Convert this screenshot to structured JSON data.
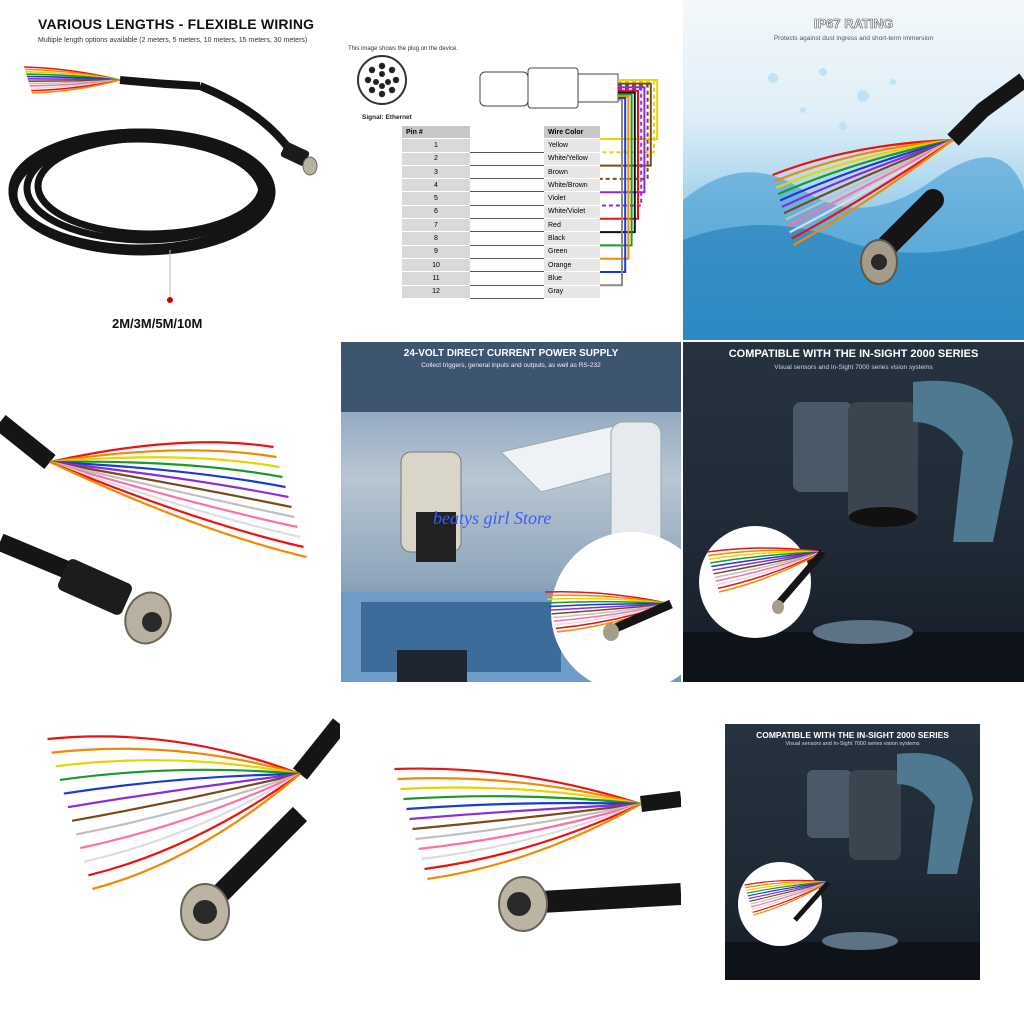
{
  "tile1": {
    "title": "VARIOUS LENGTHS - FLEXIBLE WIRING",
    "subtitle": "Multiple length options available (2 meters, 5 meters, 10 meters, 15 meters, 30 meters)",
    "lengths": "2M/3M/5M/10M"
  },
  "tile2": {
    "caption": "This image shows the plug on the device.",
    "signal": "Signal: Ethernet",
    "col_pin": "Pin #",
    "col_color": "Wire Color",
    "rows": [
      {
        "pin": "1",
        "color": "Yellow",
        "hex": "#e8d400",
        "dashed": false
      },
      {
        "pin": "2",
        "color": "White/Yellow",
        "hex": "#e8d400",
        "dashed": true
      },
      {
        "pin": "3",
        "color": "Brown",
        "hex": "#7a4a1e",
        "dashed": false
      },
      {
        "pin": "4",
        "color": "White/Brown",
        "hex": "#7a4a1e",
        "dashed": true
      },
      {
        "pin": "5",
        "color": "Violet",
        "hex": "#8a2be2",
        "dashed": false
      },
      {
        "pin": "6",
        "color": "White/Violet",
        "hex": "#8a2be2",
        "dashed": true
      },
      {
        "pin": "7",
        "color": "Red",
        "hex": "#e11",
        "dashed": false
      },
      {
        "pin": "8",
        "color": "Black",
        "hex": "#111",
        "dashed": false
      },
      {
        "pin": "9",
        "color": "Green",
        "hex": "#1a9a2a",
        "dashed": false
      },
      {
        "pin": "10",
        "color": "Orange",
        "hex": "#f08a00",
        "dashed": false
      },
      {
        "pin": "11",
        "color": "Blue",
        "hex": "#1a3ad8",
        "dashed": false
      },
      {
        "pin": "12",
        "color": "Gray",
        "hex": "#8a8a8a",
        "dashed": false
      }
    ]
  },
  "tile3": {
    "title": "IP67 RATING",
    "subtitle": "Protects against dust ingress and short-term immersion"
  },
  "tile5": {
    "title": "24-VOLT DIRECT CURRENT POWER SUPPLY",
    "subtitle": "Collect triggers, general inputs and outputs, as well as RS-232",
    "watermark": "beatys girl Store"
  },
  "tile6": {
    "title": "COMPATIBLE WITH THE IN-SIGHT 2000 SERIES",
    "subtitle": "Visual sensors and In-Sight 7000 series vision systems"
  },
  "tile9": {
    "title": "COMPATIBLE WITH THE IN-SIGHT 2000 SERIES",
    "subtitle": "Visual sensors and In-Sight 7000 series vision systems"
  },
  "colors": {
    "cable": "#151515",
    "wires": [
      "#e11",
      "#f08a00",
      "#e8d400",
      "#1a9a2a",
      "#1a3ad8",
      "#8a2be2",
      "#7a4a1e",
      "#c0c0c0",
      "#ff6fa8",
      "#ffffff"
    ]
  }
}
